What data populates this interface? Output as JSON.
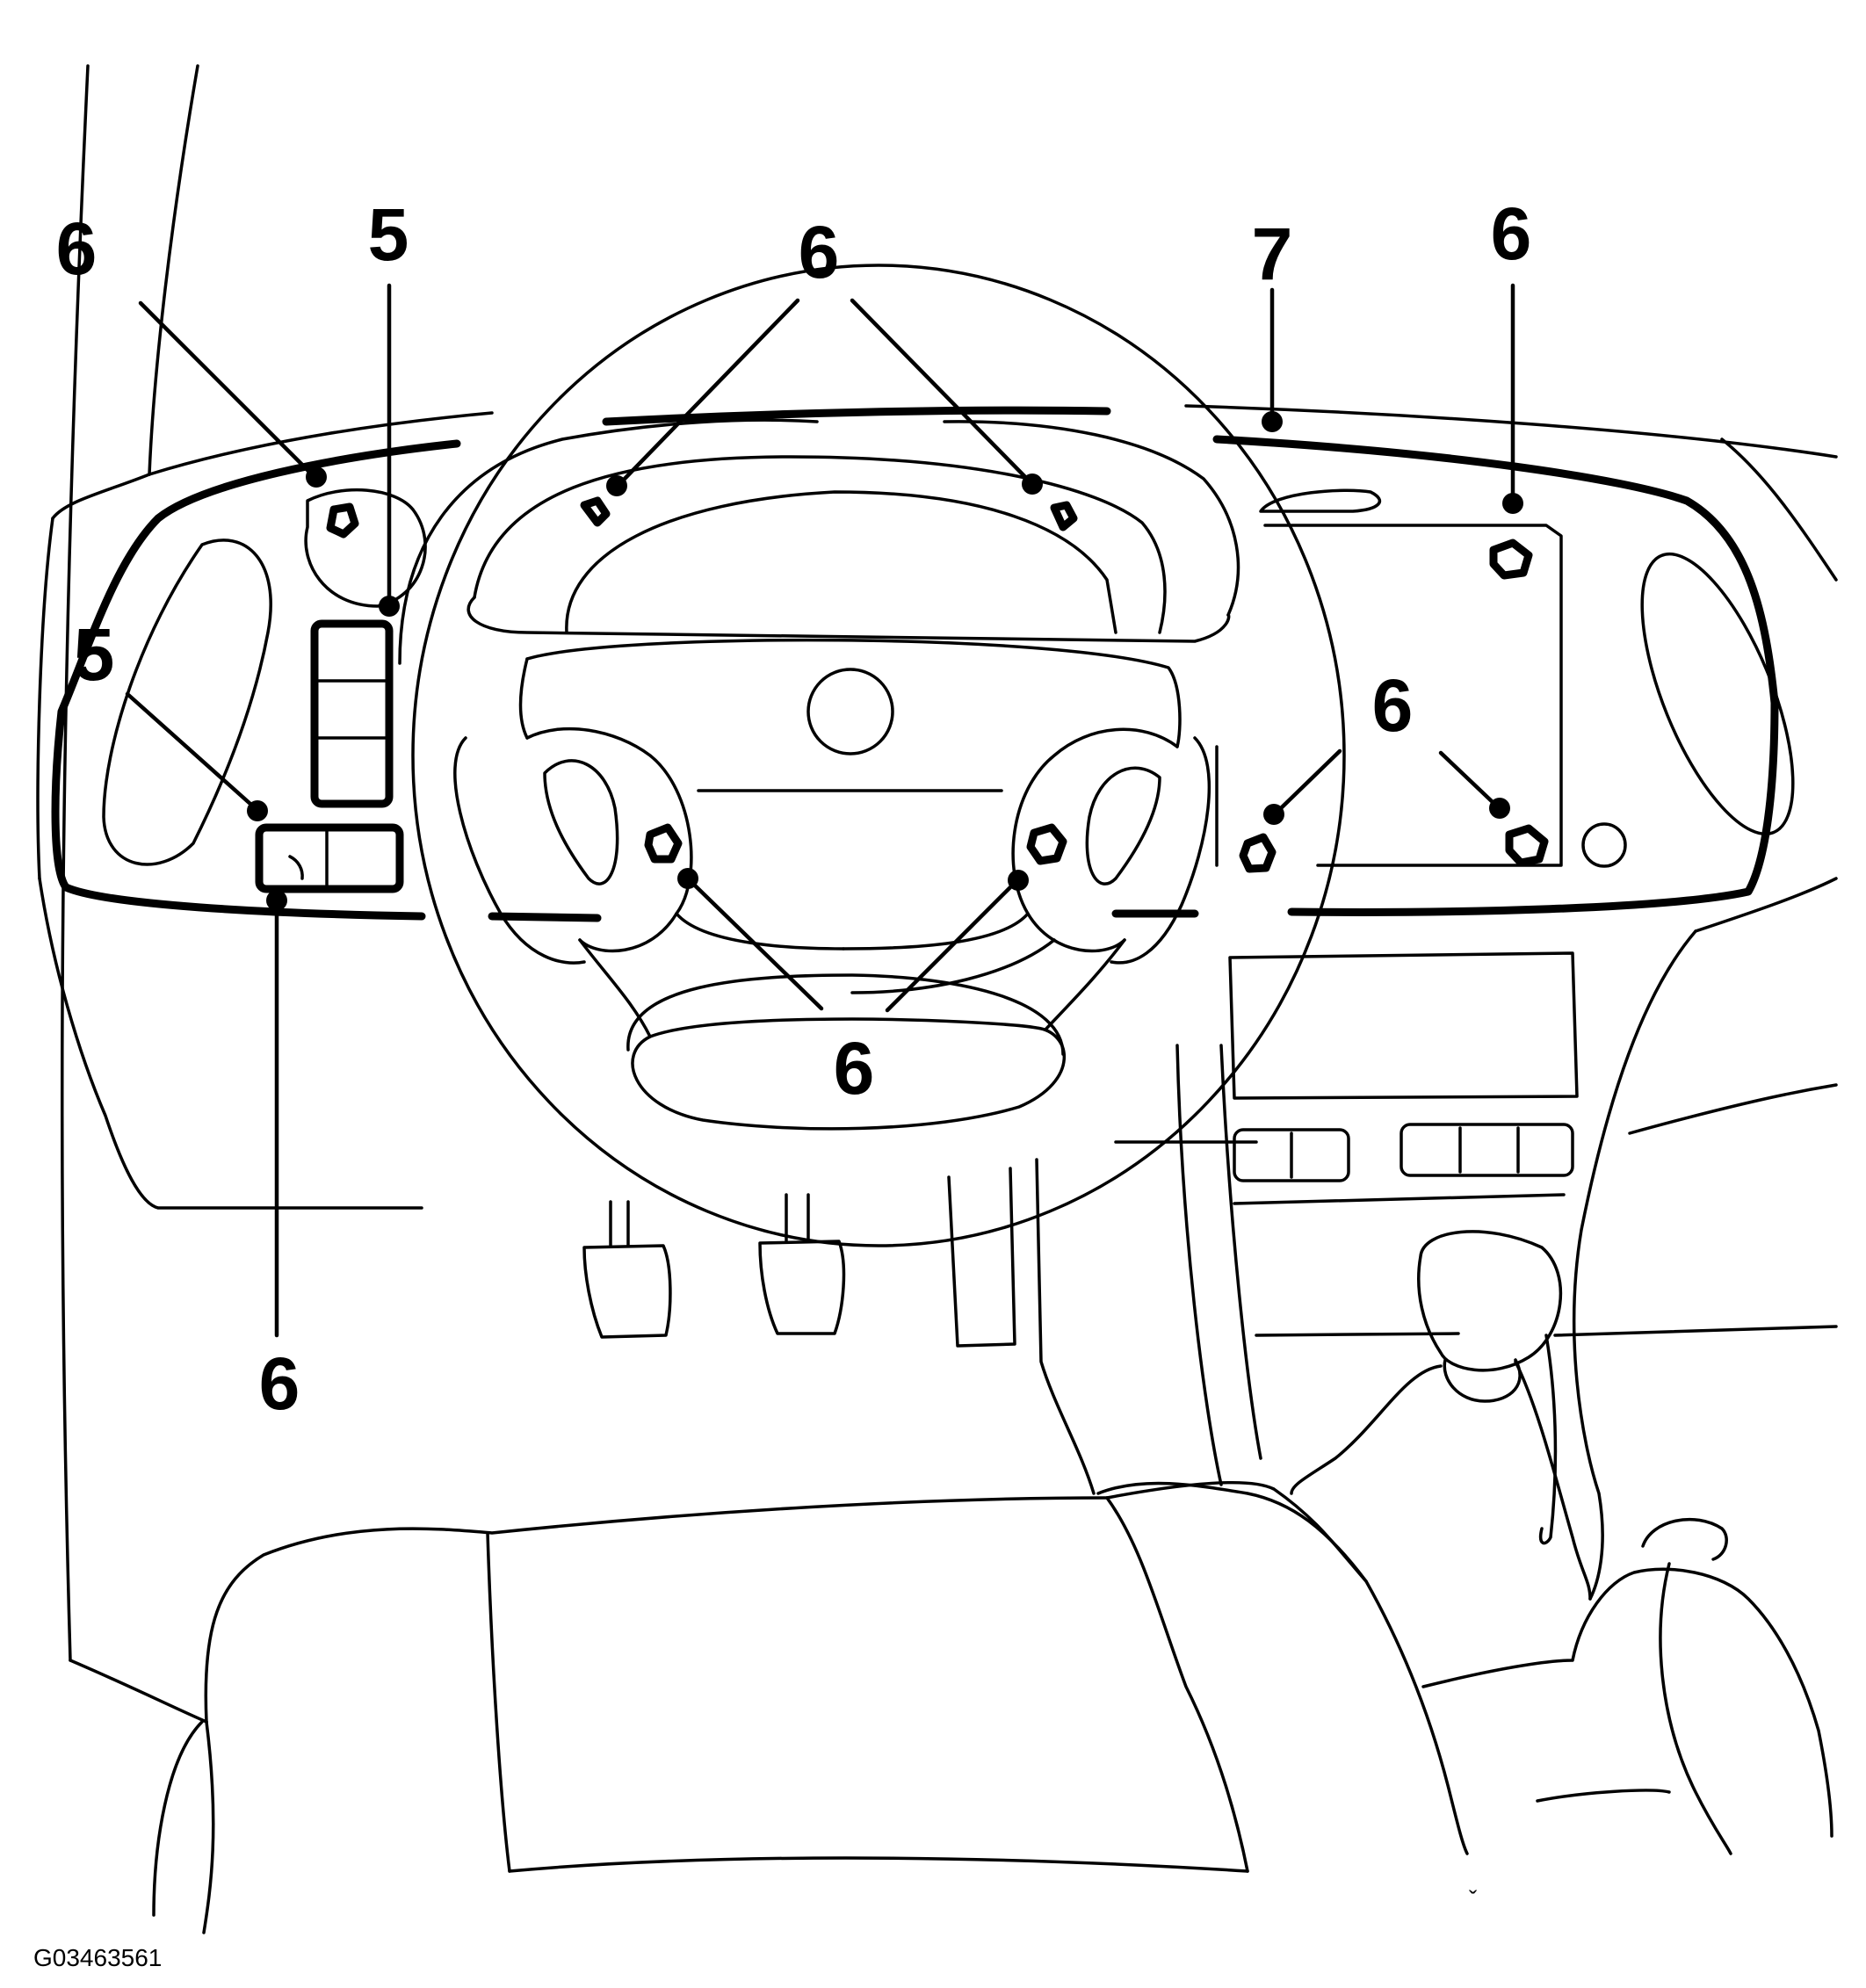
{
  "figure_id": "G03463561",
  "callouts": {
    "upper_left_6": "6",
    "upper_left_5": "5",
    "left_5": "5",
    "bottom_left_6": "6",
    "top_center_6": "6",
    "bottom_center_6": "6",
    "top_right_7": "7",
    "top_right_6": "6",
    "right_6": "6"
  },
  "corner_mark": "ˇ"
}
